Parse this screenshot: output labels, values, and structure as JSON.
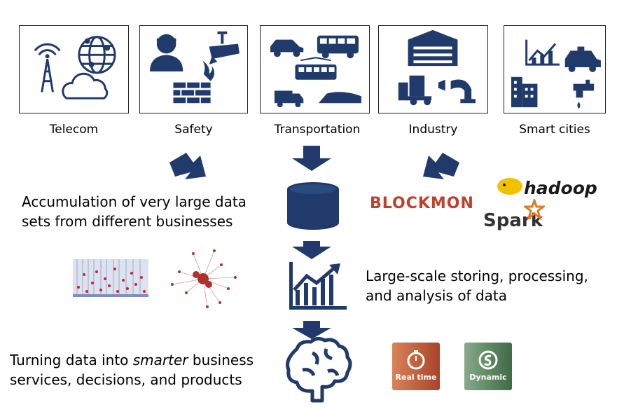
{
  "categories": [
    {
      "label": "Telecom",
      "icon": "telecom-icon"
    },
    {
      "label": "Safety",
      "icon": "safety-icon"
    },
    {
      "label": "Transportation",
      "icon": "transportation-icon"
    },
    {
      "label": "Industry",
      "icon": "industry-icon"
    },
    {
      "label": "Smart cities",
      "icon": "smart-cities-icon"
    }
  ],
  "steps": {
    "accumulation": [
      "Accumulation  of very large data",
      "sets from different businesses"
    ],
    "storing": [
      "Large-scale storing, processing,",
      "and analysis of data"
    ],
    "turning_pre": "Turning data into ",
    "turning_em": "smarter",
    "turning_post": " business",
    "turning_line2": "services, decisions, and products"
  },
  "logos": {
    "blockmon": "BLOCKMON",
    "hadoop": "hadoop",
    "spark": "Spark"
  },
  "badges": {
    "realtime": "Real time",
    "dynamic": "Dynamic"
  },
  "colors": {
    "icon_navy": "#1f3a6b",
    "realtime_bg": "#c0643f",
    "dynamic_bg": "#5f8a64",
    "blockmon_red": "#c0412b"
  }
}
